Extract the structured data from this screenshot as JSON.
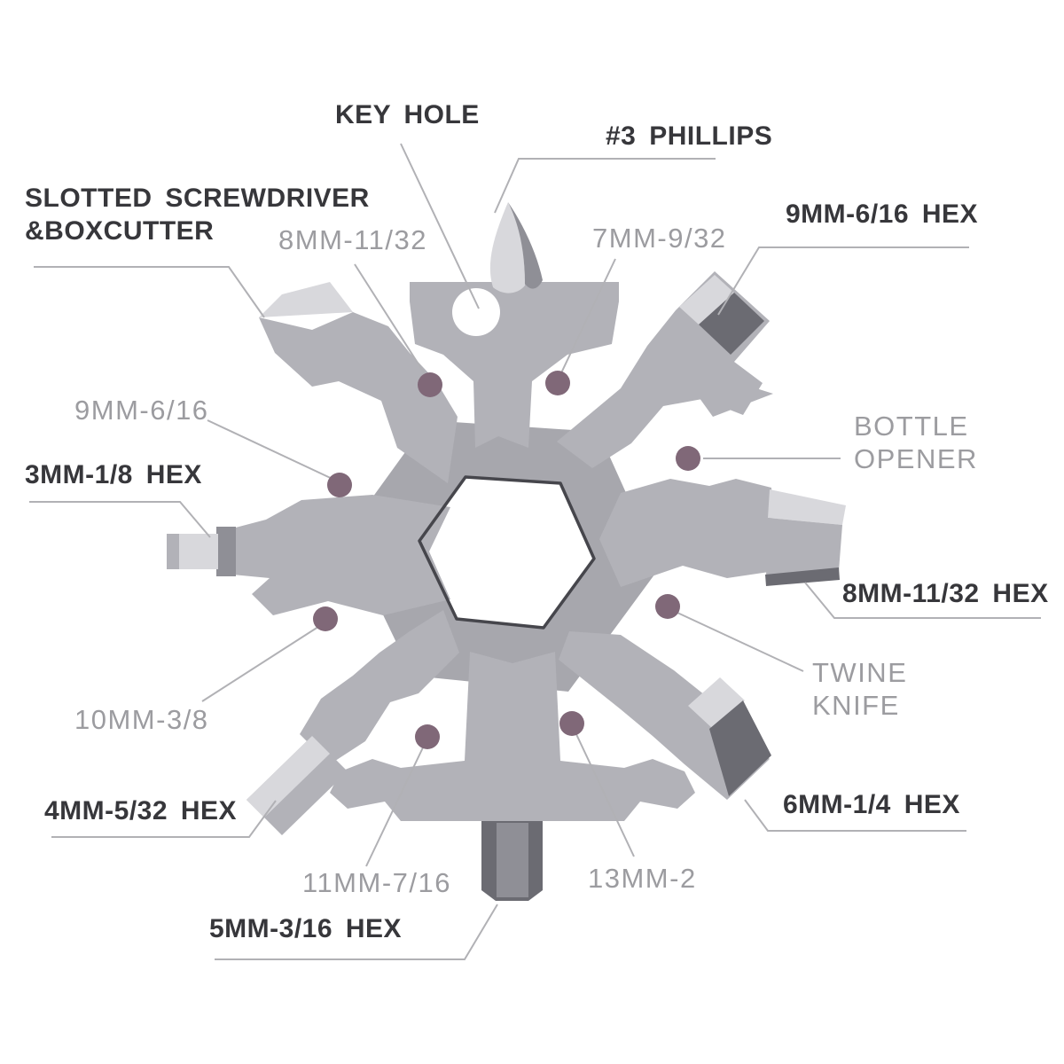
{
  "title": "18-in-1 snowflake multi-tool labeled diagram",
  "colors": {
    "background": "#ffffff",
    "tool_body": "#b2b2b8",
    "tool_body_dark": "#a7a7ad",
    "tool_highlight": "#d8d8dc",
    "tool_shadow": "#8f8f96",
    "tool_dark": "#6b6b72",
    "hole_outline": "#46464c",
    "label_dark": "#37373b",
    "label_gray": "#9c9ca0",
    "leader_line": "#b1b1b5",
    "marker_dot": "#806878"
  },
  "labels": [
    {
      "id": "key-hole",
      "text": "KEY HOLE",
      "style": "dark"
    },
    {
      "id": "phillips",
      "text": "#3 PHILLIPS",
      "style": "dark"
    },
    {
      "id": "slotted-screwdriver-boxcutter",
      "text": "SLOTTED SCREWDRIVER\n&BOXCUTTER",
      "style": "dark"
    },
    {
      "id": "hex-9mm",
      "text": "9MM-6/16 HEX",
      "style": "dark"
    },
    {
      "id": "wrench-8mm",
      "text": "8MM-11/32",
      "style": "gray"
    },
    {
      "id": "wrench-7mm",
      "text": "7MM-9/32",
      "style": "gray"
    },
    {
      "id": "wrench-9mm",
      "text": "9MM-6/16",
      "style": "gray"
    },
    {
      "id": "hex-3mm",
      "text": "3MM-1/8 HEX",
      "style": "dark"
    },
    {
      "id": "bottle-opener",
      "text": "BOTTLE\nOPENER",
      "style": "gray"
    },
    {
      "id": "hex-8mm",
      "text": "8MM-11/32 HEX",
      "style": "dark"
    },
    {
      "id": "twine-knife",
      "text": "TWINE\nKNIFE",
      "style": "gray"
    },
    {
      "id": "wrench-10mm",
      "text": "10MM-3/8",
      "style": "gray"
    },
    {
      "id": "hex-4mm",
      "text": "4MM-5/32 HEX",
      "style": "dark"
    },
    {
      "id": "wrench-11mm",
      "text": "11MM-7/16",
      "style": "gray"
    },
    {
      "id": "wrench-13mm",
      "text": "13MM-2",
      "style": "gray"
    },
    {
      "id": "hex-5mm",
      "text": "5MM-3/16 HEX",
      "style": "dark"
    },
    {
      "id": "hex-6mm",
      "text": "6MM-1/4 HEX",
      "style": "dark"
    }
  ]
}
